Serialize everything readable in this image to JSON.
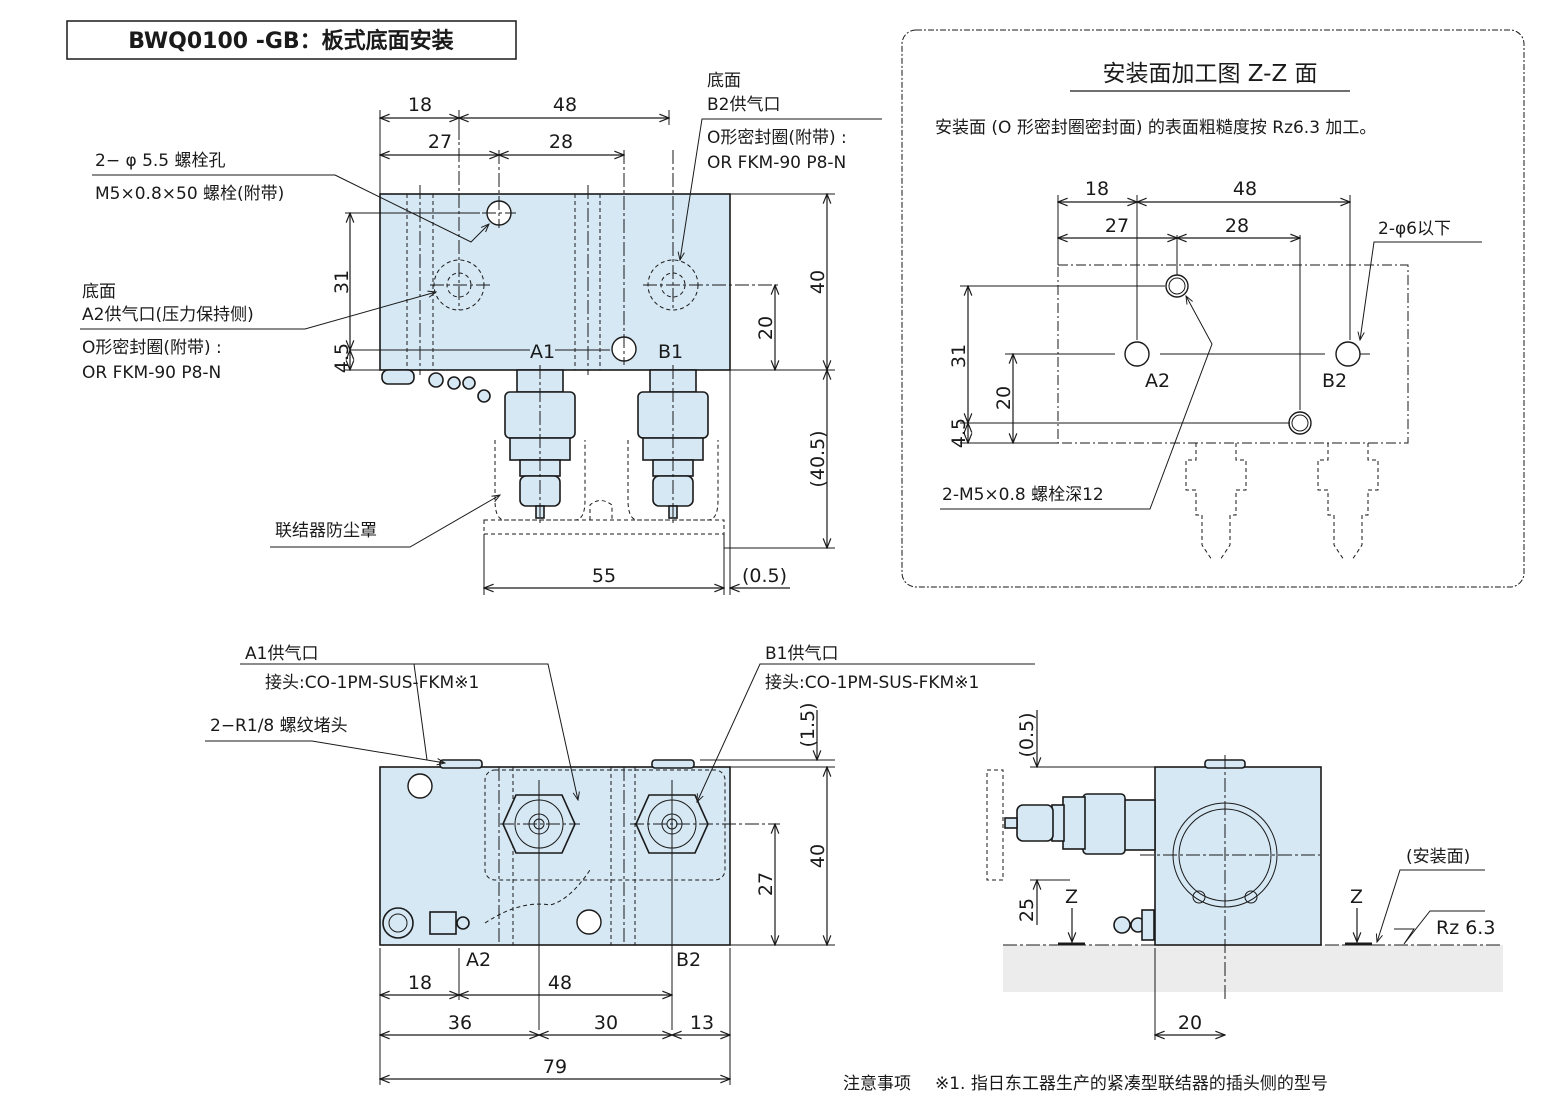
{
  "title": "BWQ0100 -GB：板式底面安装",
  "top_view": {
    "dims": {
      "d18": "18",
      "d48": "48",
      "d27": "27",
      "d28": "28",
      "d31": "31",
      "d4_5": "4.5",
      "d40": "40",
      "d20": "20",
      "d40_5": "(40.5)",
      "d55": "55",
      "d0_5": "(0.5)"
    },
    "port_labels": {
      "a1": "A1",
      "b1": "B1"
    },
    "callout_bolt": {
      "line1": "2− φ 5.5 螺栓孔",
      "line2": "M5×0.8×50 螺栓(附带)"
    },
    "callout_a2": {
      "line1": "底面",
      "line2": "A2供气口(压力保持侧)",
      "line3": "O形密封圈(附带) :",
      "line4": "OR FKM-90 P8-N"
    },
    "callout_b2": {
      "line1": "底面",
      "line2": "B2供气口",
      "line3": "O形密封圈(附带) :",
      "line4": "OR FKM-90 P8-N"
    },
    "callout_cap": "联结器防尘罩"
  },
  "mount_panel": {
    "heading": "安装面加工图  Z-Z 面",
    "note": "安装面 (O 形密封圈密封面) 的表面粗糙度按 Rz6.3 加工。",
    "dims": {
      "d18": "18",
      "d48": "48",
      "d27": "27",
      "d28": "28",
      "d31": "31",
      "d20": "20",
      "d4_5": "4.5"
    },
    "port_labels": {
      "a2": "A2",
      "b2": "B2"
    },
    "hole_callout": "2-φ6以下",
    "thread_callout": "2-M5×0.8 螺栓深12"
  },
  "front_view": {
    "callout_a1": {
      "line1": "A1供气口",
      "line2": "接头:CO-1PM-SUS-FKM※1"
    },
    "callout_b1": {
      "line1": "B1供气口",
      "line2": "接头:CO-1PM-SUS-FKM※1"
    },
    "callout_plug": "2−R1/8 螺纹堵头",
    "dims": {
      "d1_5": "(1.5)",
      "d40": "40",
      "d27": "27",
      "d18": "18",
      "d48": "48",
      "d36": "36",
      "d30": "30",
      "d13": "13",
      "d79": "79"
    },
    "port_labels": {
      "a2": "A2",
      "b2": "B2"
    }
  },
  "side_view": {
    "dims": {
      "d0_5": "(0.5)",
      "d25": "25",
      "d20": "20"
    },
    "z_left": "Z",
    "z_right": "Z",
    "surface_label": "(安装面)",
    "roughness": "Rz 6.3"
  },
  "footnote": {
    "label": "注意事项",
    "text": "※1. 指日东工器生产的紧凑型联结器的插头侧的型号"
  }
}
